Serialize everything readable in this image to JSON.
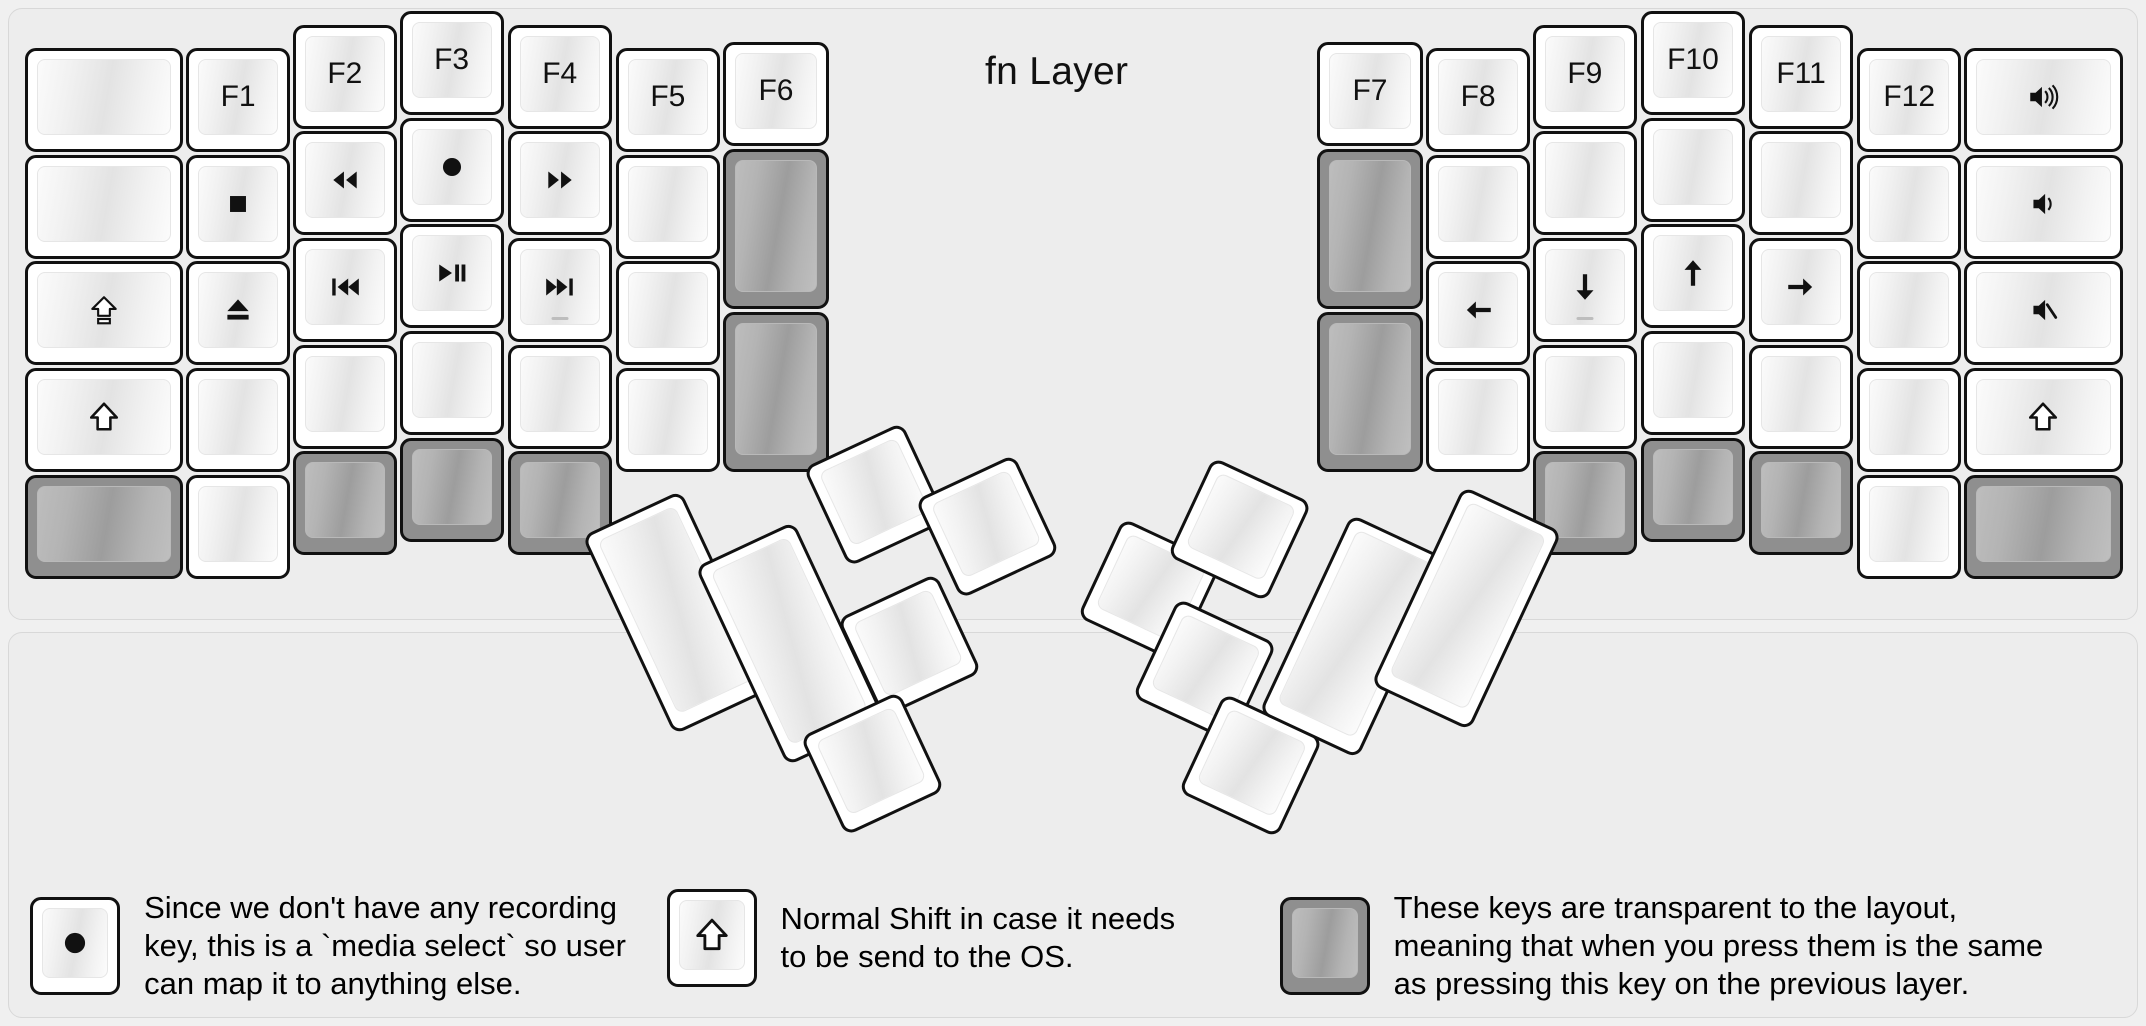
{
  "title": "fn Layer",
  "colors": {
    "background": "#f0f0f0",
    "panel": "#ededed",
    "key_face": "#ffffff",
    "key_outline": "#111111",
    "transparent_key": "#8f8f8f",
    "text": "#000000"
  },
  "keyboard": {
    "left_half": {
      "columns": [
        {
          "name": "col-pinky-outer",
          "keys": [
            {
              "label": "",
              "icon": "",
              "type": "normal"
            },
            {
              "label": "",
              "icon": "",
              "type": "normal"
            },
            {
              "label": "",
              "icon": "caps-lock-icon",
              "type": "normal"
            },
            {
              "label": "",
              "icon": "shift-icon",
              "type": "normal"
            },
            {
              "label": "",
              "icon": "",
              "type": "transparent"
            }
          ]
        },
        {
          "name": "col-pinky",
          "keys": [
            {
              "label": "F1",
              "icon": "",
              "type": "normal"
            },
            {
              "label": "",
              "icon": "stop-icon",
              "type": "normal"
            },
            {
              "label": "",
              "icon": "eject-icon",
              "type": "normal"
            },
            {
              "label": "",
              "icon": "",
              "type": "normal"
            },
            {
              "label": "",
              "icon": "",
              "type": "normal"
            }
          ]
        },
        {
          "name": "col-ring",
          "keys": [
            {
              "label": "F2",
              "icon": "",
              "type": "normal"
            },
            {
              "label": "",
              "icon": "rewind-icon",
              "type": "normal"
            },
            {
              "label": "",
              "icon": "previous-track-icon",
              "type": "normal"
            },
            {
              "label": "",
              "icon": "",
              "type": "normal"
            },
            {
              "label": "",
              "icon": "",
              "type": "transparent"
            }
          ]
        },
        {
          "name": "col-middle",
          "keys": [
            {
              "label": "F3",
              "icon": "",
              "type": "normal"
            },
            {
              "label": "",
              "icon": "record-icon",
              "type": "normal"
            },
            {
              "label": "",
              "icon": "play-pause-icon",
              "type": "normal"
            },
            {
              "label": "",
              "icon": "",
              "type": "normal"
            },
            {
              "label": "",
              "icon": "",
              "type": "transparent"
            }
          ]
        },
        {
          "name": "col-index",
          "keys": [
            {
              "label": "F4",
              "icon": "",
              "type": "normal"
            },
            {
              "label": "",
              "icon": "fast-forward-icon",
              "type": "normal"
            },
            {
              "label": "",
              "icon": "next-track-icon",
              "type": "normal",
              "homing": true
            },
            {
              "label": "",
              "icon": "",
              "type": "normal"
            },
            {
              "label": "",
              "icon": "",
              "type": "transparent"
            }
          ]
        },
        {
          "name": "col-index-inner",
          "keys": [
            {
              "label": "F5",
              "icon": "",
              "type": "normal"
            },
            {
              "label": "",
              "icon": "",
              "type": "normal"
            },
            {
              "label": "",
              "icon": "",
              "type": "normal"
            },
            {
              "label": "",
              "icon": "",
              "type": "normal"
            }
          ]
        },
        {
          "name": "col-inner",
          "keys": [
            {
              "label": "F6",
              "icon": "",
              "type": "normal"
            },
            {
              "label": "",
              "icon": "",
              "type": "transparent",
              "tall": true
            },
            {
              "label": "",
              "icon": "",
              "type": "transparent",
              "tall": true
            }
          ]
        }
      ],
      "thumb_cluster": [
        {
          "label": "",
          "icon": "",
          "type": "normal",
          "shape": "wide"
        },
        {
          "label": "",
          "icon": "",
          "type": "normal",
          "shape": "wide"
        },
        {
          "label": "",
          "icon": "",
          "type": "normal",
          "shape": "square"
        },
        {
          "label": "",
          "icon": "",
          "type": "normal",
          "shape": "square"
        },
        {
          "label": "",
          "icon": "",
          "type": "normal",
          "shape": "square"
        },
        {
          "label": "",
          "icon": "",
          "type": "normal",
          "shape": "square"
        }
      ]
    },
    "right_half": {
      "columns": [
        {
          "name": "col-inner",
          "keys": [
            {
              "label": "F7",
              "icon": "",
              "type": "normal"
            },
            {
              "label": "",
              "icon": "",
              "type": "transparent",
              "tall": true
            },
            {
              "label": "",
              "icon": "",
              "type": "transparent",
              "tall": true
            }
          ]
        },
        {
          "name": "col-index-inner",
          "keys": [
            {
              "label": "F8",
              "icon": "",
              "type": "normal"
            },
            {
              "label": "",
              "icon": "",
              "type": "normal"
            },
            {
              "label": "",
              "icon": "arrow-left-icon",
              "type": "normal"
            },
            {
              "label": "",
              "icon": "",
              "type": "normal"
            }
          ]
        },
        {
          "name": "col-index",
          "keys": [
            {
              "label": "F9",
              "icon": "",
              "type": "normal"
            },
            {
              "label": "",
              "icon": "",
              "type": "normal"
            },
            {
              "label": "",
              "icon": "arrow-down-icon",
              "type": "normal",
              "homing": true
            },
            {
              "label": "",
              "icon": "",
              "type": "normal"
            },
            {
              "label": "",
              "icon": "",
              "type": "transparent"
            }
          ]
        },
        {
          "name": "col-middle",
          "keys": [
            {
              "label": "F10",
              "icon": "",
              "type": "normal"
            },
            {
              "label": "",
              "icon": "",
              "type": "normal"
            },
            {
              "label": "",
              "icon": "arrow-up-icon",
              "type": "normal"
            },
            {
              "label": "",
              "icon": "",
              "type": "normal"
            },
            {
              "label": "",
              "icon": "",
              "type": "transparent"
            }
          ]
        },
        {
          "name": "col-ring",
          "keys": [
            {
              "label": "F11",
              "icon": "",
              "type": "normal"
            },
            {
              "label": "",
              "icon": "",
              "type": "normal"
            },
            {
              "label": "",
              "icon": "arrow-right-icon",
              "type": "normal"
            },
            {
              "label": "",
              "icon": "",
              "type": "normal"
            },
            {
              "label": "",
              "icon": "",
              "type": "transparent"
            }
          ]
        },
        {
          "name": "col-pinky",
          "keys": [
            {
              "label": "F12",
              "icon": "",
              "type": "normal"
            },
            {
              "label": "",
              "icon": "",
              "type": "normal"
            },
            {
              "label": "",
              "icon": "",
              "type": "normal"
            },
            {
              "label": "",
              "icon": "",
              "type": "normal"
            },
            {
              "label": "",
              "icon": "",
              "type": "normal"
            }
          ]
        },
        {
          "name": "col-pinky-outer",
          "keys": [
            {
              "label": "",
              "icon": "volume-up-icon",
              "type": "normal"
            },
            {
              "label": "",
              "icon": "volume-down-icon",
              "type": "normal"
            },
            {
              "label": "",
              "icon": "volume-mute-icon",
              "type": "normal"
            },
            {
              "label": "",
              "icon": "shift-icon",
              "type": "normal"
            },
            {
              "label": "",
              "icon": "",
              "type": "transparent"
            }
          ]
        }
      ],
      "thumb_cluster": [
        {
          "label": "",
          "icon": "",
          "type": "normal",
          "shape": "square"
        },
        {
          "label": "",
          "icon": "",
          "type": "normal",
          "shape": "square"
        },
        {
          "label": "",
          "icon": "",
          "type": "normal",
          "shape": "square"
        },
        {
          "label": "",
          "icon": "",
          "type": "normal",
          "shape": "square"
        },
        {
          "label": "",
          "icon": "",
          "type": "normal",
          "shape": "wide"
        },
        {
          "label": "",
          "icon": "",
          "type": "normal",
          "shape": "wide"
        }
      ]
    }
  },
  "legend": [
    {
      "icon": "record-icon",
      "key_type": "normal",
      "text": "Since we don't have any recording\nkey, this is a `media select` so user\ncan map it to anything else."
    },
    {
      "icon": "shift-icon",
      "key_type": "normal",
      "text": "Normal Shift in case it needs\nto be send to the OS."
    },
    {
      "icon": "",
      "key_type": "transparent",
      "text": "These keys are transparent to the layout,\nmeaning that when you press them is the same\nas pressing this key on the previous layer."
    }
  ]
}
